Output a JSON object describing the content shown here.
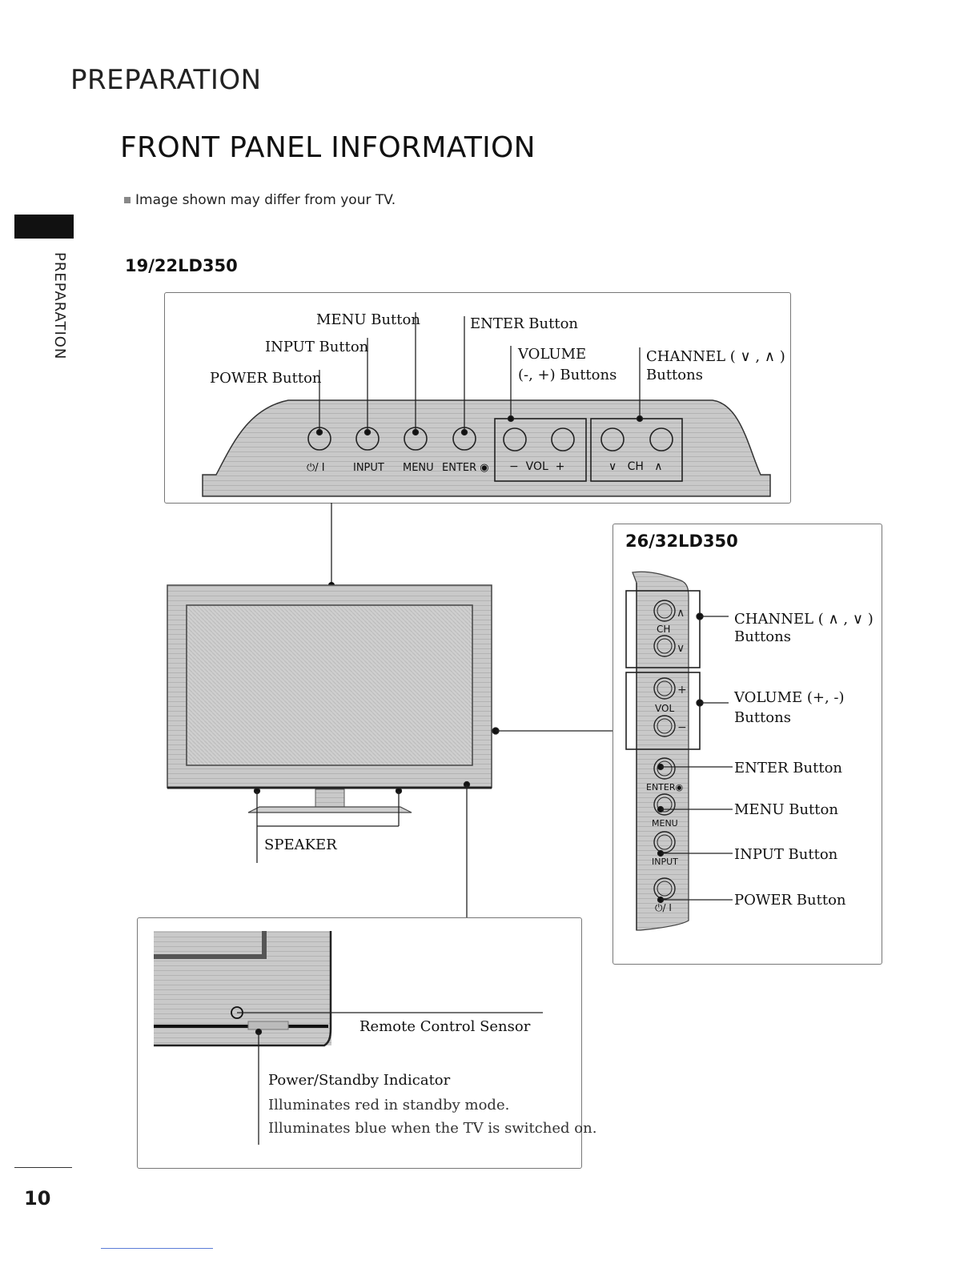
{
  "header": {
    "section": "PREPARATION",
    "title": "FRONT PANEL INFORMATION",
    "note": "Image shown may differ from your TV.",
    "side_label": "PREPARATION"
  },
  "model_small": {
    "name": "19/22LD350",
    "callouts": {
      "menu": "MENU Button",
      "enter": "ENTER Button",
      "input": "INPUT Button",
      "volume_1": "VOLUME",
      "volume_2": "(-, +) Buttons",
      "channel_1": "CHANNEL ( ∨ , ∧ )",
      "channel_2": "Buttons",
      "power": "POWER Button"
    },
    "panel_labels": {
      "power": "⏻/ I",
      "input": "INPUT",
      "menu": "MENU",
      "enter": "ENTER ◉",
      "vol": "−  VOL  +",
      "ch": "∨   CH   ∧"
    }
  },
  "model_large": {
    "name": "26/32LD350",
    "panel_labels": {
      "ch": "CH",
      "vol": "VOL",
      "enter": "ENTER◉",
      "menu": "MENU",
      "input": "INPUT",
      "power": "⏻/ I"
    },
    "callouts": {
      "channel_1": "CHANNEL ( ∧ , ∨ )",
      "channel_2": "Buttons",
      "volume_1": "VOLUME (+, -)",
      "volume_2": "Buttons",
      "enter": "ENTER Button",
      "menu": "MENU Button",
      "input": "INPUT Button",
      "power": "POWER Button"
    }
  },
  "tv": {
    "speaker": "SPEAKER"
  },
  "detail": {
    "sensor": "Remote Control Sensor",
    "indicator_title": "Power/Standby Indicator",
    "indicator_line1": "Illuminates red in standby mode.",
    "indicator_line2": "Illuminates blue when the TV is switched on."
  },
  "footer": {
    "page_number": "10"
  }
}
